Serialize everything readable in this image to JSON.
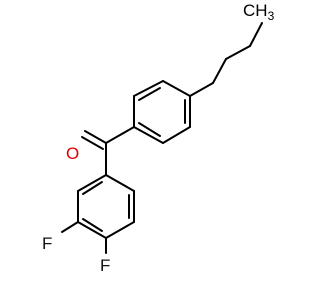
{
  "diagram": {
    "type": "structural-formula",
    "colors": {
      "bond": "#000000",
      "carbon_label": "#000000",
      "oxygen_label": "#e00000",
      "fluorine_label": "#111111"
    },
    "labels": {
      "oxygen": "O",
      "fluorine_3": "F",
      "fluorine_4": "F",
      "methyl": "CH",
      "methyl_subscript": "3"
    }
  }
}
